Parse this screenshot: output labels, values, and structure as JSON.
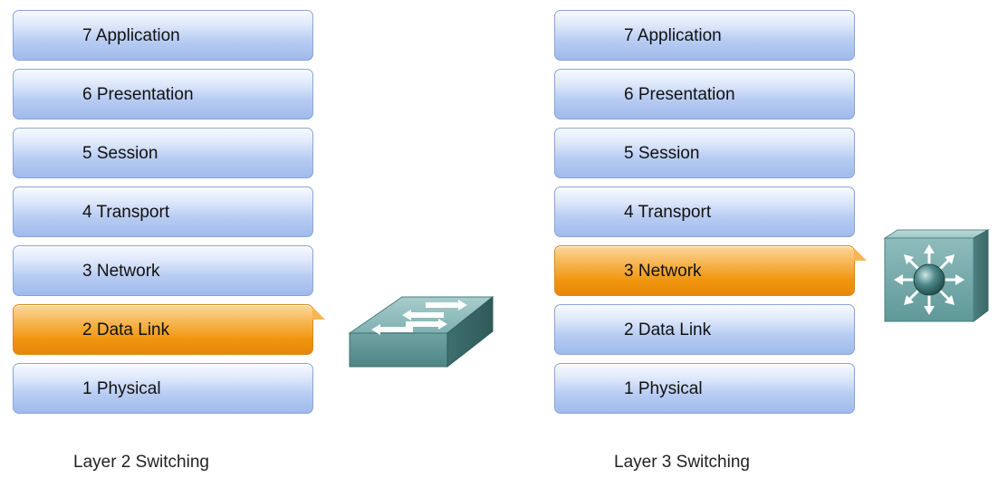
{
  "left": {
    "layers": [
      {
        "label": "7 Application"
      },
      {
        "label": "6 Presentation"
      },
      {
        "label": "5 Session"
      },
      {
        "label": "4 Transport"
      },
      {
        "label": "3 Network"
      },
      {
        "label": "2 Data Link",
        "highlighted": true
      },
      {
        "label": "1 Physical"
      }
    ],
    "caption": "Layer 2 Switching",
    "device_icon": "layer2-switch-icon"
  },
  "right": {
    "layers": [
      {
        "label": "7 Application"
      },
      {
        "label": "6 Presentation"
      },
      {
        "label": "5 Session"
      },
      {
        "label": "4 Transport"
      },
      {
        "label": "3 Network",
        "highlighted": true
      },
      {
        "label": "2 Data Link"
      },
      {
        "label": "1 Physical"
      }
    ],
    "caption": "Layer 3 Switching",
    "device_icon": "multilayer-switch-icon"
  },
  "colors": {
    "layer_blue": "#b9cdf3",
    "layer_highlight": "#f0960e",
    "device_teal": "#5f9898"
  }
}
